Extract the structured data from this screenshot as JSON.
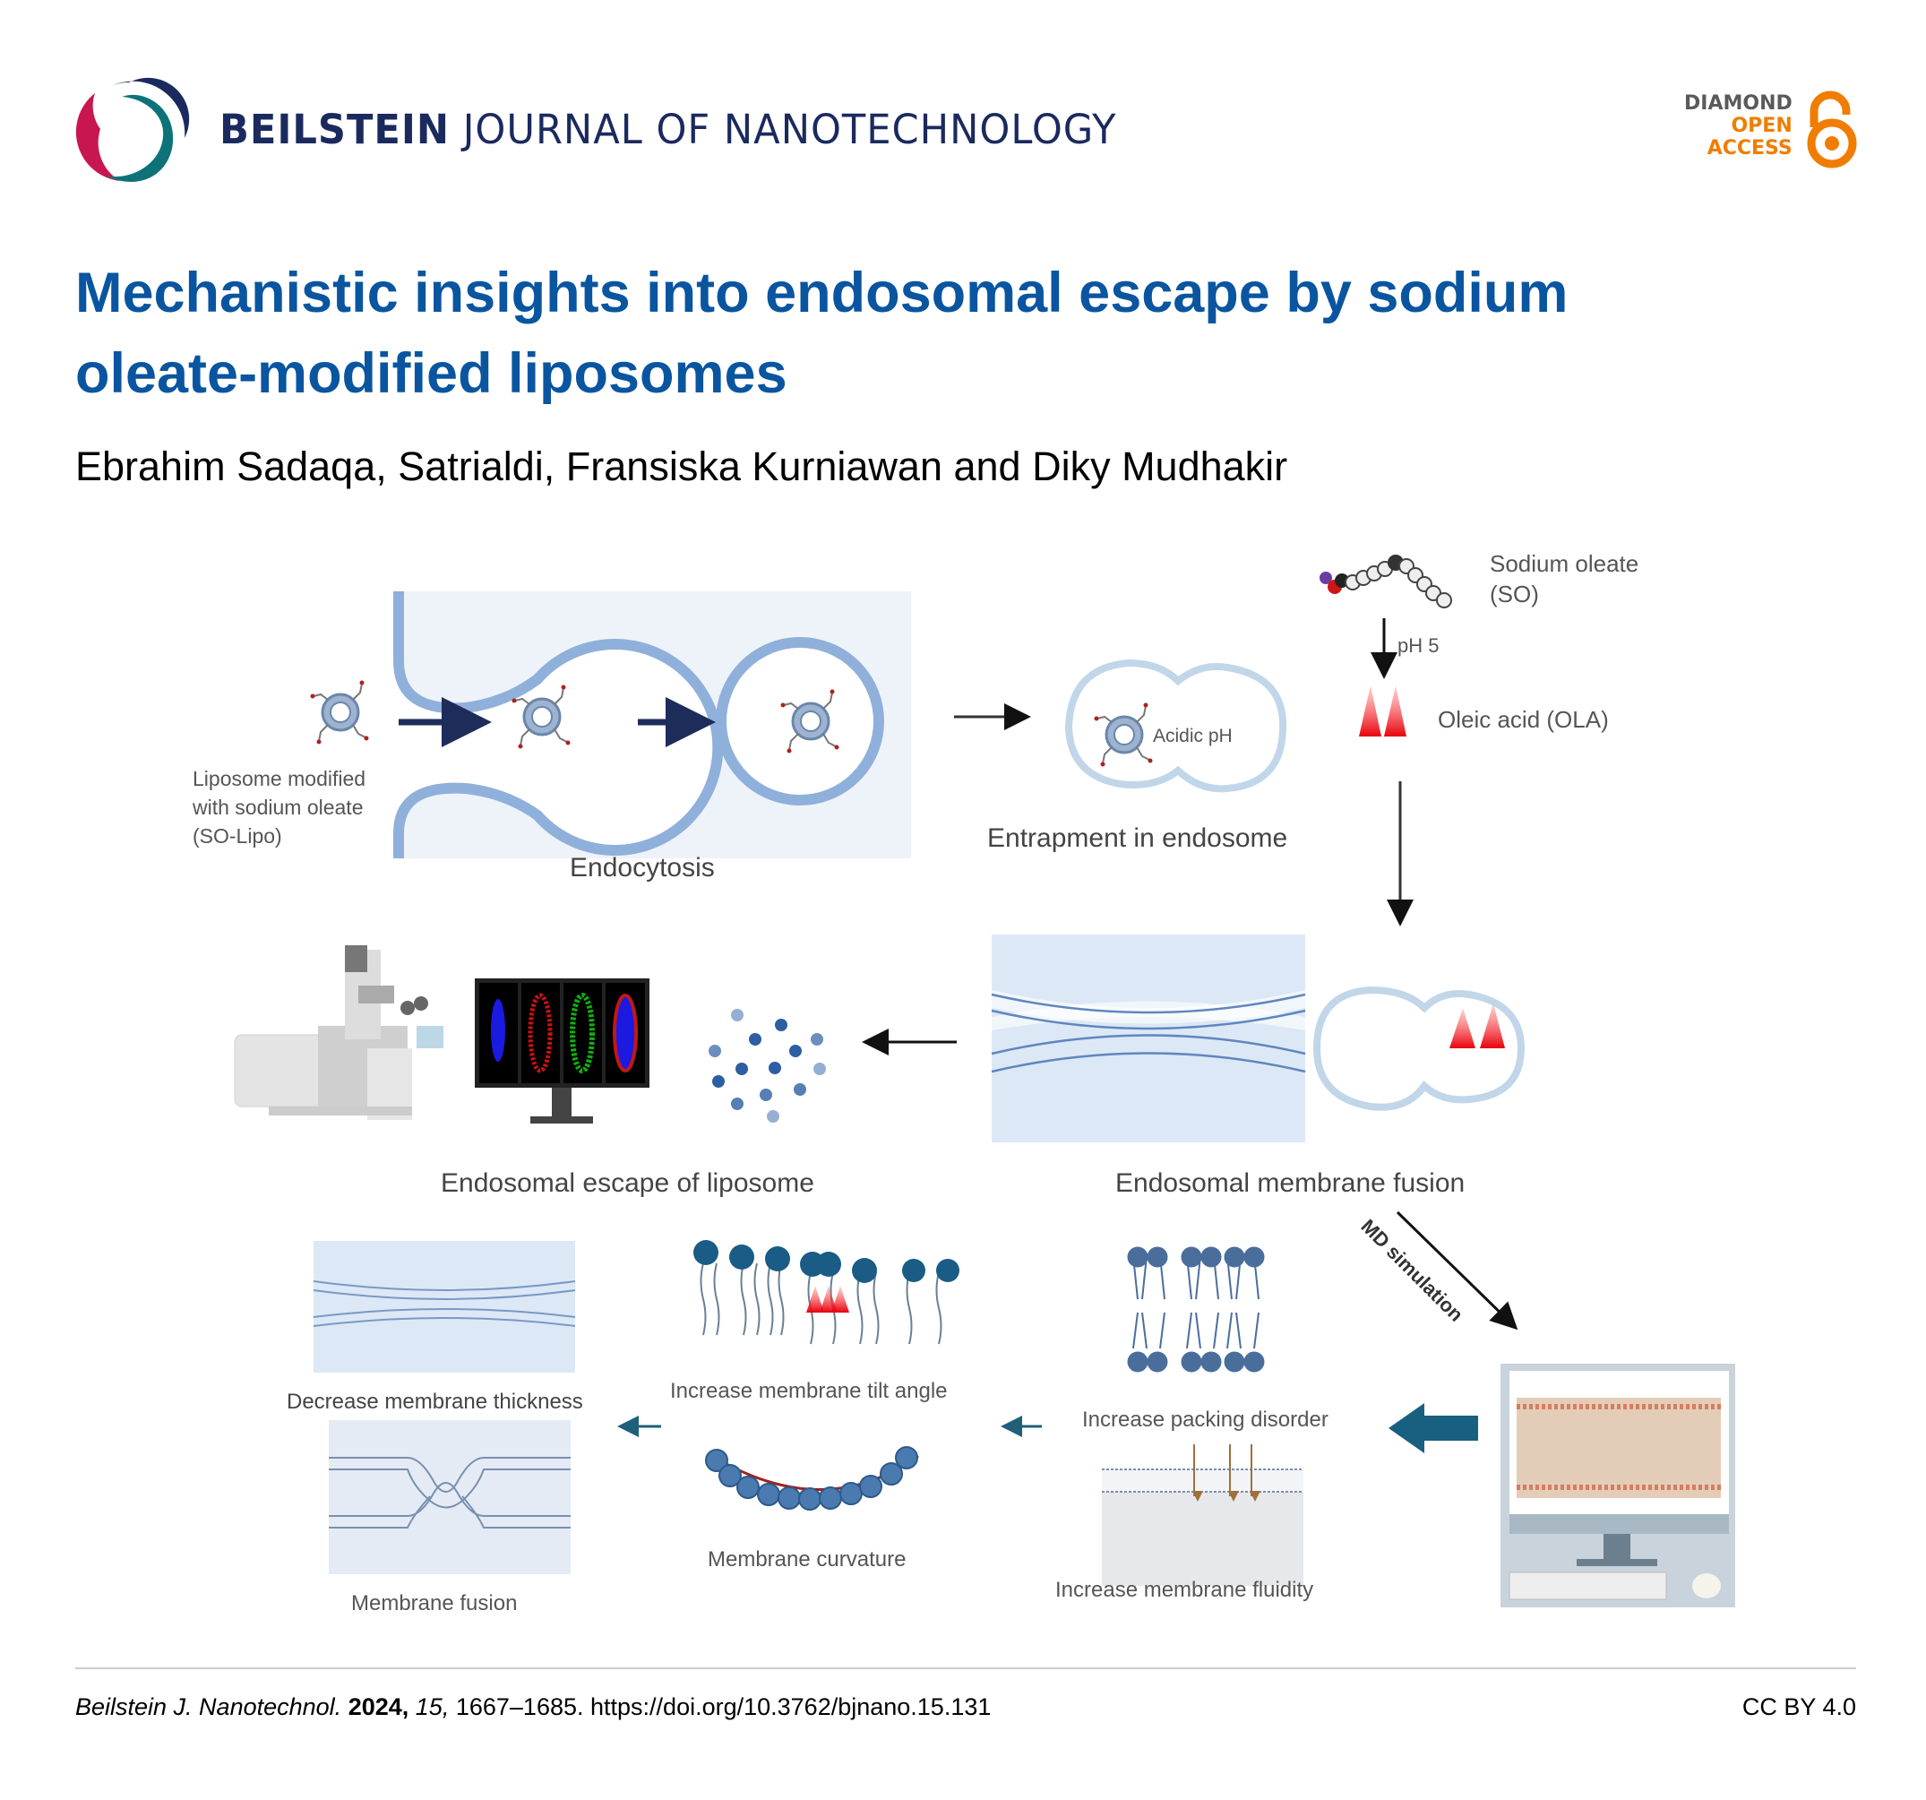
{
  "header": {
    "journal_bold": "BEILSTEIN",
    "journal_rest": "JOURNAL OF NANOTECHNOLOGY",
    "open_access": {
      "line1": "DIAMOND",
      "line2": "OPEN",
      "line3": "ACCESS"
    },
    "colors": {
      "brand_navy": "#1b2a5e",
      "brand_magenta": "#c8174f",
      "brand_teal": "#0e7378",
      "oa_orange": "#f07d00"
    }
  },
  "article": {
    "title_line1": "Mechanistic insights into endosomal escape by sodium",
    "title_line2": "oleate-modified liposomes",
    "authors": "Ebrahim Sadaqa, Satrialdi, Fransiska Kurniawan and Diky Mudhakir",
    "title_color": "#0a55a0"
  },
  "figure": {
    "labels": {
      "so_lipo_1": "Liposome modified",
      "so_lipo_2": "with sodium oleate",
      "so_lipo_3": "(SO-Lipo)",
      "endocytosis": "Endocytosis",
      "acidic_ph": "Acidic pH",
      "entrapment": "Entrapment in endosome",
      "sodium_oleate_1": "Sodium oleate",
      "sodium_oleate_2": "(SO)",
      "ph5": "pH 5",
      "oleic_acid": "Oleic acid (OLA)",
      "escape": "Endosomal escape of liposome",
      "fusion_endo": "Endosomal membrane fusion",
      "md_sim": "MD simulation",
      "thickness": "Decrease membrane thickness",
      "tilt": "Increase membrane tilt angle",
      "packing": "Increase packing disorder",
      "curvature": "Membrane curvature",
      "fluidity": "Increase membrane fluidity",
      "membrane_fusion": "Membrane fusion"
    }
  },
  "footer": {
    "journal_abbrev": "Beilstein J. Nanotechnol.",
    "year": "2024,",
    "volume": "15,",
    "pages": "1667–1685.",
    "doi": "https://doi.org/10.3762/bjnano.15.131",
    "license": "CC BY 4.0"
  }
}
